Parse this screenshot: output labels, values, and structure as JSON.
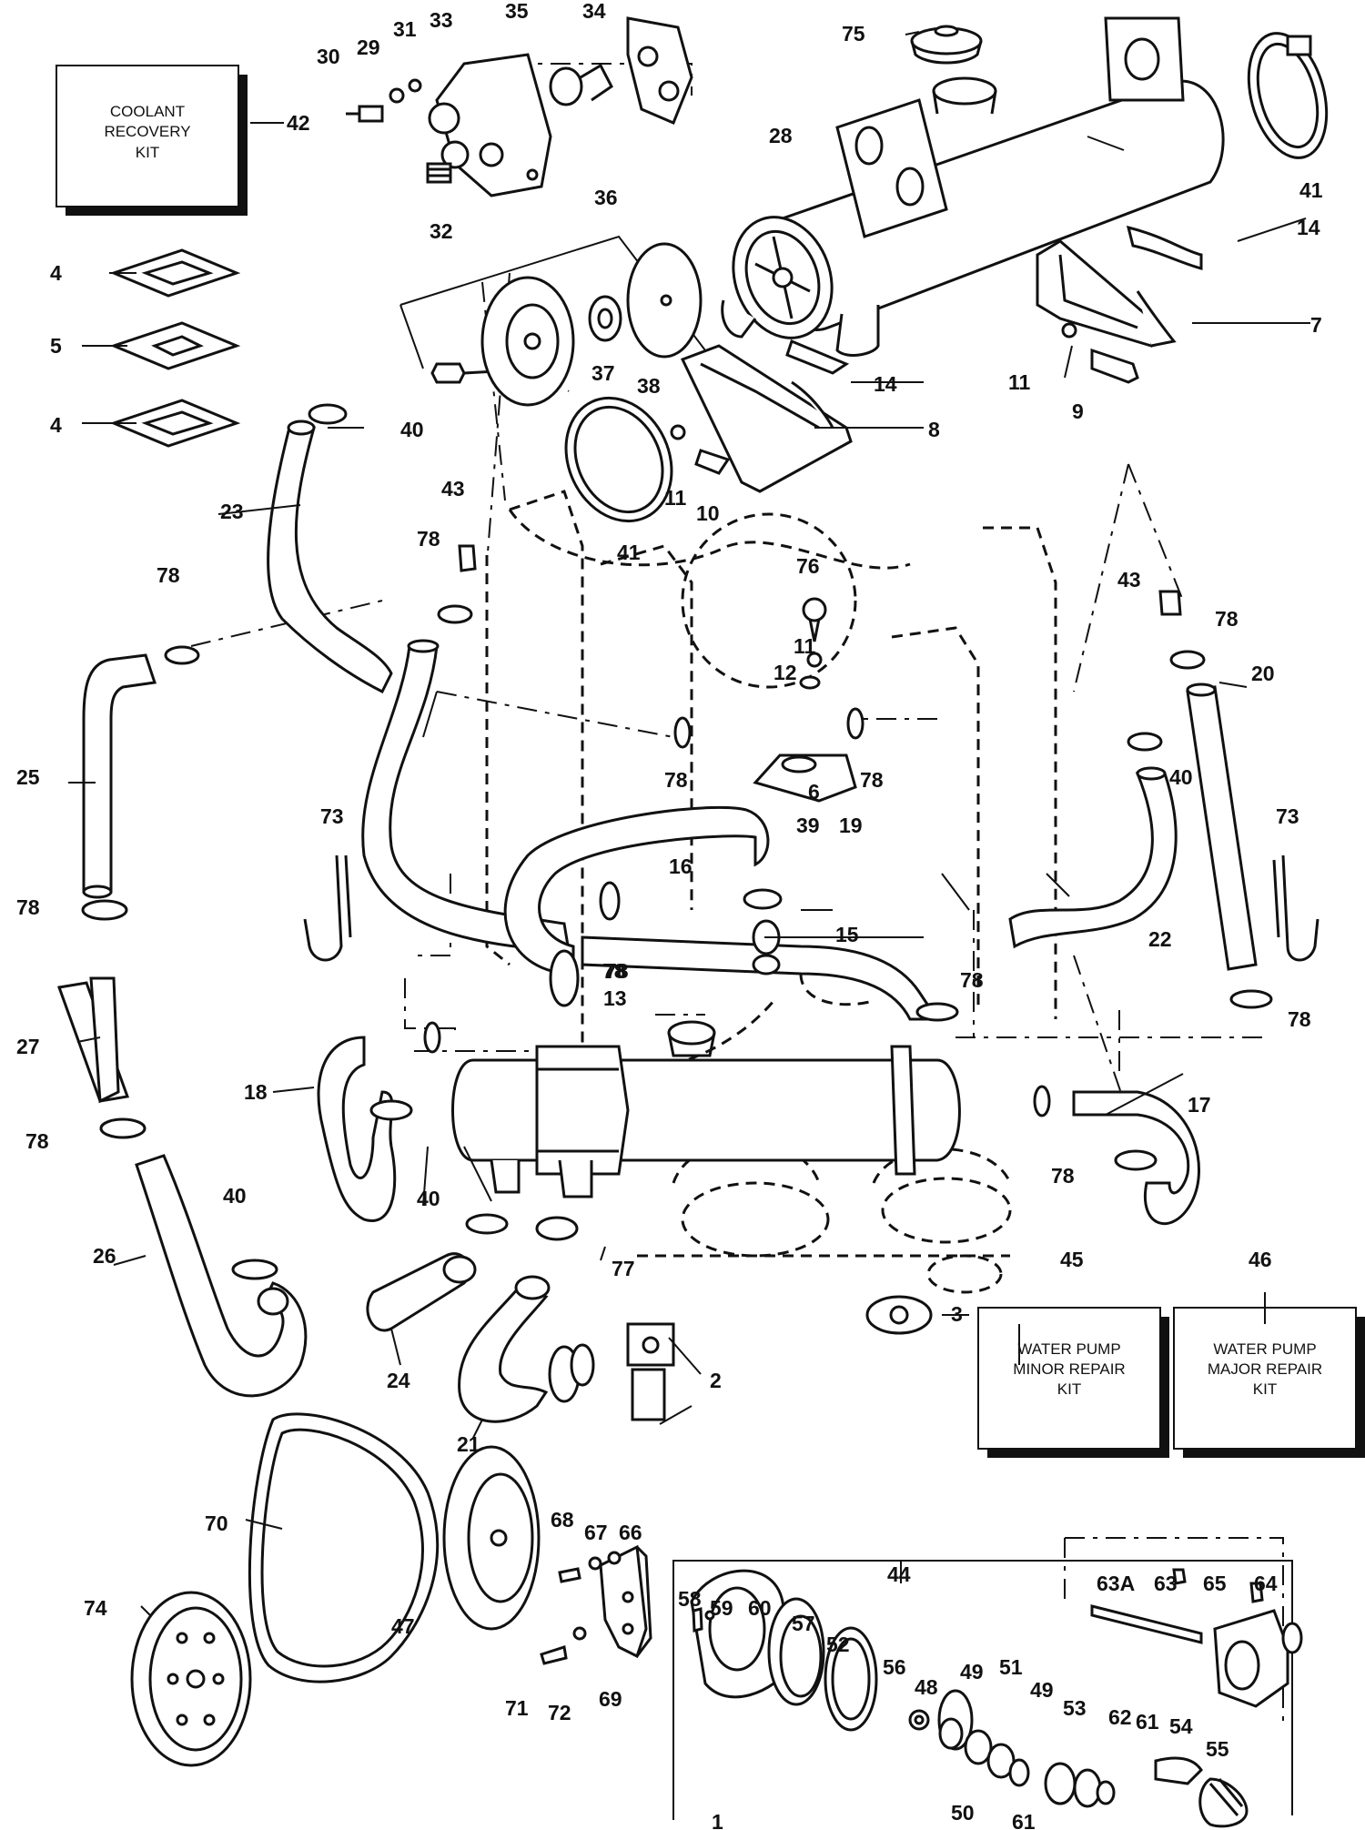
{
  "kits": {
    "coolant_recovery": [
      "COOLANT",
      "RECOVERY",
      "KIT"
    ],
    "minor_repair": [
      "WATER PUMP",
      "MINOR REPAIR",
      "KIT"
    ],
    "major_repair": [
      "WATER PUMP",
      "MAJOR REPAIR",
      "KIT"
    ]
  },
  "callouts": [
    "1",
    "2",
    "3",
    "4",
    "4",
    "5",
    "6",
    "7",
    "8",
    "9",
    "10",
    "11",
    "11",
    "11",
    "12",
    "13",
    "14",
    "14",
    "15",
    "16",
    "17",
    "18",
    "19",
    "20",
    "21",
    "22",
    "23",
    "24",
    "25",
    "26",
    "27",
    "28",
    "29",
    "30",
    "31",
    "32",
    "33",
    "34",
    "35",
    "36",
    "37",
    "38",
    "39",
    "40",
    "40",
    "40",
    "40",
    "41",
    "41",
    "42",
    "43",
    "43",
    "44",
    "45",
    "46",
    "47",
    "48",
    "49",
    "49",
    "50",
    "51",
    "52",
    "53",
    "54",
    "55",
    "56",
    "57",
    "58",
    "59",
    "60",
    "61",
    "61",
    "62",
    "63",
    "63A",
    "64",
    "65",
    "66",
    "67",
    "68",
    "69",
    "70",
    "71",
    "72",
    "73",
    "73",
    "74",
    "75",
    "76",
    "77",
    "78",
    "78",
    "78",
    "78",
    "78",
    "78",
    "78",
    "78",
    "78",
    "78",
    "78",
    "78"
  ]
}
